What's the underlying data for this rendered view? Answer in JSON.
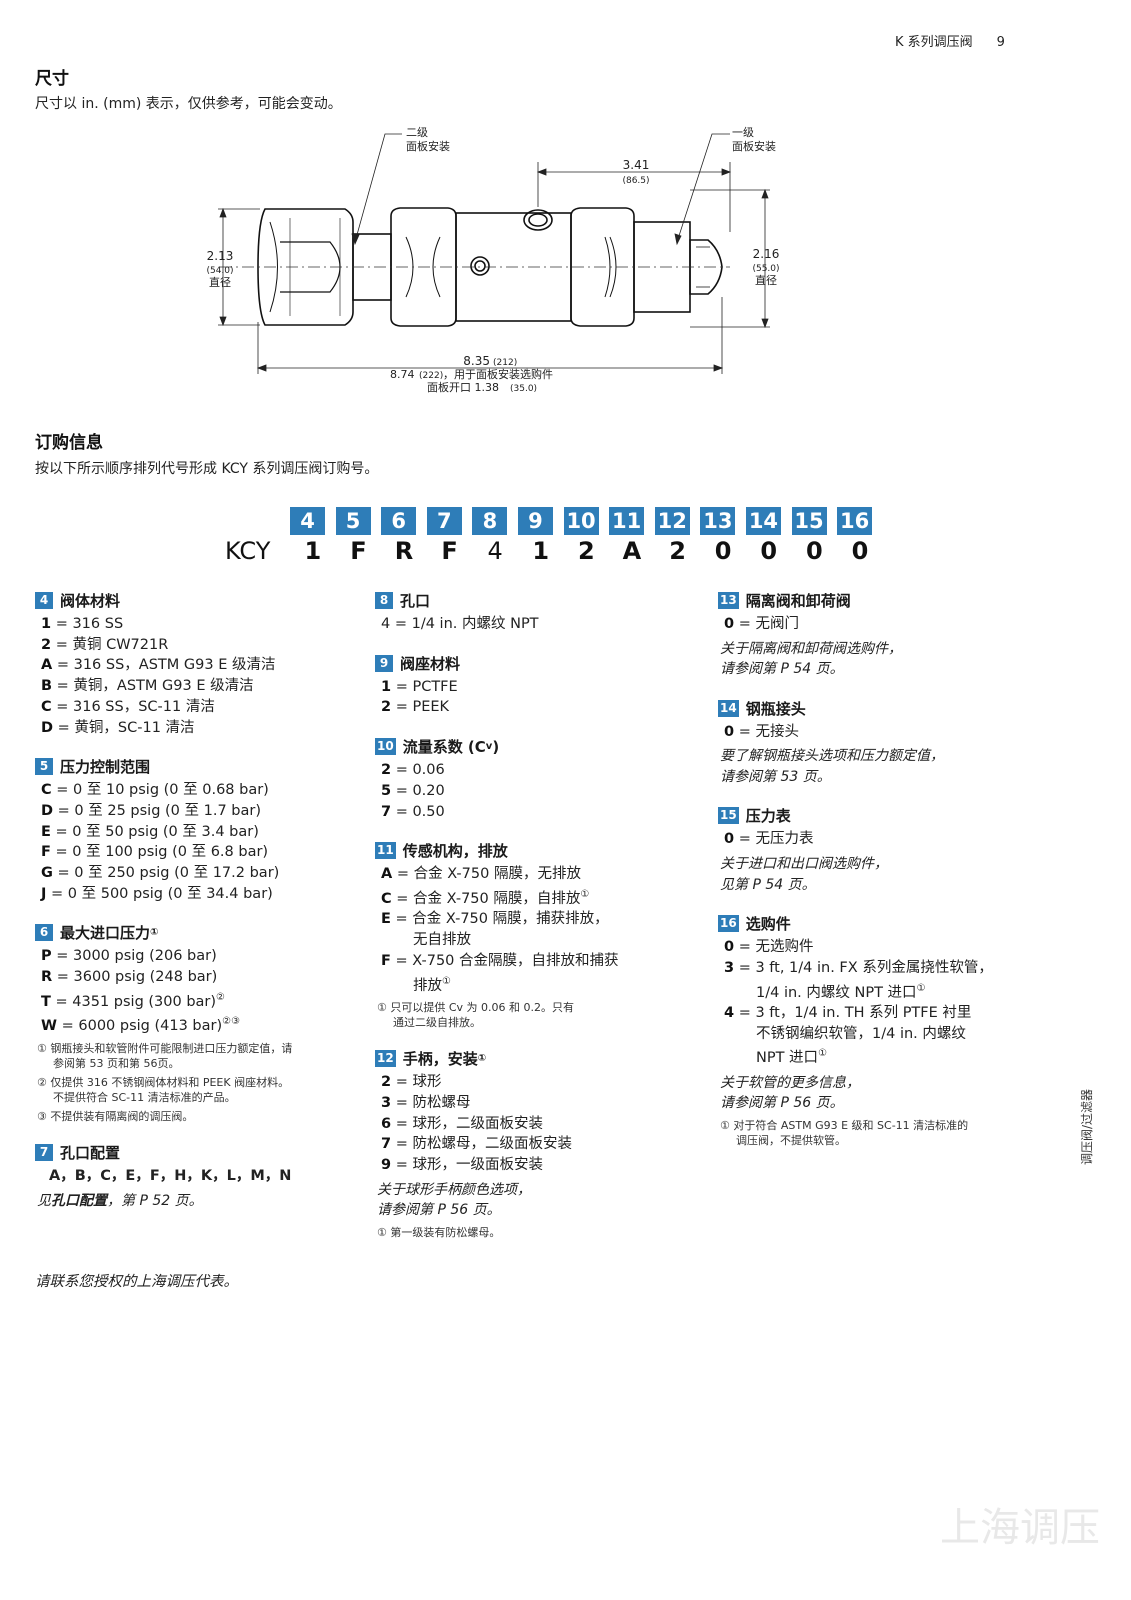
{
  "header": {
    "series": "K  系列调压阀",
    "page": "9"
  },
  "dimensions": {
    "title": "尺寸",
    "subtitle": "尺寸以 in. (mm) 表示，仅供参考，可能会变动。",
    "label_secondary": [
      "二级",
      "面板安装"
    ],
    "label_primary": [
      "一级",
      "面板安装"
    ],
    "dim_341": "3.41",
    "dim_341_mm": "(86.5)",
    "dim_213": "2.13",
    "dim_213_mm": "(54.0)",
    "dim_216": "2.16",
    "dim_216_mm": "(55.0)",
    "diameter": "直径",
    "dim_835": "8.35",
    "dim_835_mm": "(212)",
    "dim_874": "8.74",
    "dim_874_mm": "(222)",
    "dim_874_note": "，用于面板安装选购件",
    "panel_cutout": "面板开口 1.38",
    "panel_cutout_mm": "(35.0)"
  },
  "ordering": {
    "title": "订购信息",
    "subtitle": "按以下所示顺序排列代号形成 KCY 系列调压阀订购号。",
    "prefix": "KCY",
    "positions": [
      "4",
      "5",
      "6",
      "7",
      "8",
      "9",
      "10",
      "11",
      "12",
      "13",
      "14",
      "15",
      "16"
    ],
    "values": [
      "1",
      "F",
      "R",
      "F",
      "4",
      "1",
      "2",
      "A",
      "2",
      "0",
      "0",
      "0",
      "0"
    ]
  },
  "col1": {
    "g4": {
      "num": "4",
      "title": "阀体材料",
      "opts": [
        [
          "1",
          "= 316 SS"
        ],
        [
          "2",
          "= 黄铜 CW721R"
        ],
        [
          "A",
          "= 316 SS，ASTM G93 E 级清洁"
        ],
        [
          "B",
          "= 黄铜，ASTM G93 E 级清洁"
        ],
        [
          "C",
          "= 316 SS，SC-11 清洁"
        ],
        [
          "D",
          "= 黄铜，SC-11 清洁"
        ]
      ]
    },
    "g5": {
      "num": "5",
      "title": "压力控制范围",
      "opts": [
        [
          "C",
          "= 0 至 10 psig (0 至 0.68 bar)"
        ],
        [
          "D",
          "= 0 至 25 psig (0 至 1.7 bar)"
        ],
        [
          "E",
          "= 0 至 50 psig (0 至 3.4 bar)"
        ],
        [
          "F",
          "= 0 至 100 psig (0 至 6.8 bar)"
        ],
        [
          "G",
          "= 0 至 250 psig (0 至 17.2 bar)"
        ],
        [
          "J",
          "= 0 至 500 psig (0 至 34.4 bar)"
        ]
      ]
    },
    "g6": {
      "num": "6",
      "title": "最大进口压力",
      "title_sup": "①",
      "opts": [
        [
          "P",
          "= 3000 psig (206 bar)",
          ""
        ],
        [
          "R",
          "= 3600 psig (248 bar)",
          ""
        ],
        [
          "T",
          "= 4351 psig (300 bar)",
          "②"
        ],
        [
          "W",
          "= 6000 psig (413 bar)",
          "②③"
        ]
      ],
      "fn1": "①  钢瓶接头和软管附件可能限制进口压力额定值，请",
      "fn1b": "参阅第 53 页和第 56页。",
      "fn2": "②  仅提供 316 不锈钢阀体材料和 PEEK 阀座材料。",
      "fn2b": "不提供符合 SC-11 清洁标准的产品。",
      "fn3": "③  不提供装有隔离阀的调压阀。"
    },
    "g7": {
      "num": "7",
      "title": "孔口配置",
      "letters": "A，B，C，E，F，H，K，L，M，N",
      "note_pre": "见",
      "note_bold": "孔口配置",
      "note_post": "，第 P 52 页。"
    }
  },
  "col2": {
    "g8": {
      "num": "8",
      "title": "孔口",
      "opts": [
        [
          "4",
          "= 1/4 in. 内螺纹 NPT"
        ]
      ]
    },
    "g9": {
      "num": "9",
      "title": "阀座材料",
      "opts": [
        [
          "1",
          "= PCTFE"
        ],
        [
          "2",
          "= PEEK"
        ]
      ]
    },
    "g10": {
      "num": "10",
      "title": "流量系数 (C",
      "title_sub": "v",
      "title_end": ")",
      "opts": [
        [
          "2",
          "= 0.06"
        ],
        [
          "5",
          "= 0.20"
        ],
        [
          "7",
          "= 0.50"
        ]
      ]
    },
    "g11": {
      "num": "11",
      "title": "传感机构，排放",
      "optA": [
        "A",
        "= 合金 X-750 隔膜，无排放"
      ],
      "optC": [
        "C",
        "= 合金 X-750 隔膜，自排放"
      ],
      "optC_sup": "①",
      "optE": [
        "E",
        "= 合金 X-750 隔膜，捕获排放，"
      ],
      "optE2": "无自排放",
      "optF": [
        "F",
        "= X-750 合金隔膜，自排放和捕获"
      ],
      "optF2": "排放",
      "optF2_sup": "①",
      "fn1": "①  只可以提供 Cv 为 0.06 和 0.2。只有",
      "fn1b": "通过二级自排放。"
    },
    "g12": {
      "num": "12",
      "title": "手柄，安装",
      "title_sup": "①",
      "opts": [
        [
          "2",
          "= 球形"
        ],
        [
          "3",
          "= 防松螺母"
        ],
        [
          "6",
          "= 球形，二级面板安装"
        ],
        [
          "7",
          "= 防松螺母，二级面板安装"
        ],
        [
          "9",
          "= 球形，一级面板安装"
        ]
      ],
      "note1": "关于球形手柄颜色选项，",
      "note2": "请参阅第 P 56 页。",
      "fn1": "①  第一级装有防松螺母。"
    }
  },
  "col3": {
    "g13": {
      "num": "13",
      "title": "隔离阀和卸荷阀",
      "opts": [
        [
          "0",
          "= 无阀门"
        ]
      ],
      "note1": "关于隔离阀和卸荷阀选购件，",
      "note2": "请参阅第 P 54 页。"
    },
    "g14": {
      "num": "14",
      "title": "钢瓶接头",
      "opts": [
        [
          "0",
          "= 无接头"
        ]
      ],
      "note1": "要了解钢瓶接头选项和压力额定值，",
      "note2": "请参阅第 53 页。"
    },
    "g15": {
      "num": "15",
      "title": "压力表",
      "opts": [
        [
          "0",
          "= 无压力表"
        ]
      ],
      "note1": "关于进口和出口阀选购件，",
      "note2": "见第 P 54 页。"
    },
    "g16": {
      "num": "16",
      "title": "选购件",
      "opt0": [
        "0",
        "= 无选购件"
      ],
      "opt3": [
        "3",
        "= 3 ft, 1/4 in. FX 系列金属挠性软管，"
      ],
      "opt3b": "1/4 in. 内螺纹 NPT 进口",
      "opt3b_sup": "①",
      "opt4": [
        "4",
        "= 3 ft，1/4 in. TH 系列 PTFE 衬里"
      ],
      "opt4b": "不锈钢编织软管，1/4 in. 内螺纹",
      "opt4c": "NPT 进口",
      "opt4c_sup": "①",
      "note1": "关于软管的更多信息，",
      "note2": "请参阅第 P 56 页。",
      "fn1": "①  对于符合 ASTM G93 E 级和 SC-11 清洁标准的",
      "fn1b": "调压阀，不提供软管。"
    }
  },
  "footer": {
    "contact": "请联系您授权的上海调压代表。",
    "side": "调压阀/过滤器"
  },
  "watermark": "上海调压",
  "colors": {
    "accent": "#2e7db8"
  }
}
